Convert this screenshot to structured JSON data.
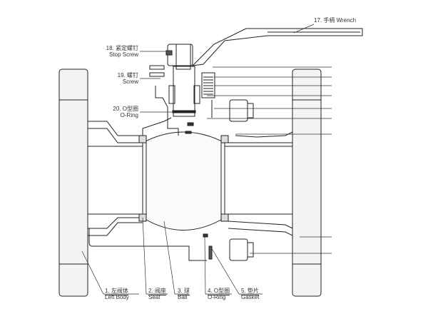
{
  "title": "Ball Valve Cross-Section",
  "parts": [
    {
      "num": "1.",
      "cn": "左阀体",
      "en": "Left Body"
    },
    {
      "num": "2.",
      "cn": "阀座",
      "en": "Seat"
    },
    {
      "num": "3.",
      "cn": "球",
      "en": "Ball"
    },
    {
      "num": "4.",
      "cn": "O型圈",
      "en": "O-Ring"
    },
    {
      "num": "5.",
      "cn": "垫片",
      "en": "Gasket"
    },
    {
      "num": "17.",
      "cn": "手柄",
      "en": "Wrench"
    },
    {
      "num": "18.",
      "cn": "紧定螺钉",
      "en": "Stop Screw"
    },
    {
      "num": "19.",
      "cn": "螺钉",
      "en": "Screw"
    },
    {
      "num": "20.",
      "cn": "O型圈",
      "en": "O-Ring"
    }
  ],
  "colors": {
    "line": "#222222",
    "body": "#f2f2f2"
  }
}
